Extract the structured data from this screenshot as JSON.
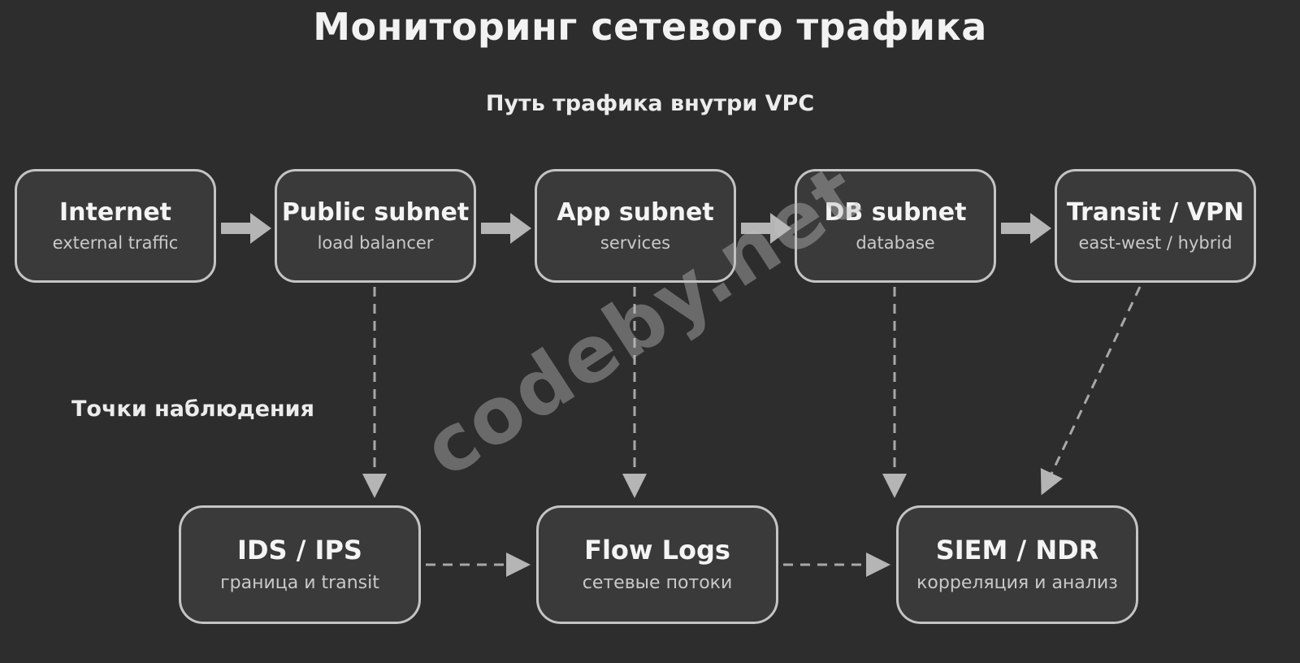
{
  "title": "Мониторинг сетевого трафика",
  "subtitle": "Путь трафика внутри VPC",
  "observation_label": "Точки наблюдения",
  "watermark": "codeby.net",
  "colors": {
    "background": "#2d2d2d",
    "node_fill": "#3a3a3a",
    "node_border": "#c4c4c4",
    "arrow": "#b5b5b5",
    "title_text": "#f2f2f2",
    "node_subtitle_text": "#c9c9c9"
  },
  "top_nodes": [
    {
      "title": "Internet",
      "subtitle": "external traffic"
    },
    {
      "title": "Public subnet",
      "subtitle": "load balancer"
    },
    {
      "title": "App subnet",
      "subtitle": "services"
    },
    {
      "title": "DB subnet",
      "subtitle": "database"
    },
    {
      "title": "Transit / VPN",
      "subtitle": "east-west / hybrid"
    }
  ],
  "bottom_nodes": [
    {
      "title": "IDS / IPS",
      "subtitle": "граница и transit"
    },
    {
      "title": "Flow Logs",
      "subtitle": "сетевые потоки"
    },
    {
      "title": "SIEM / NDR",
      "subtitle": "корреляция и анализ"
    }
  ]
}
